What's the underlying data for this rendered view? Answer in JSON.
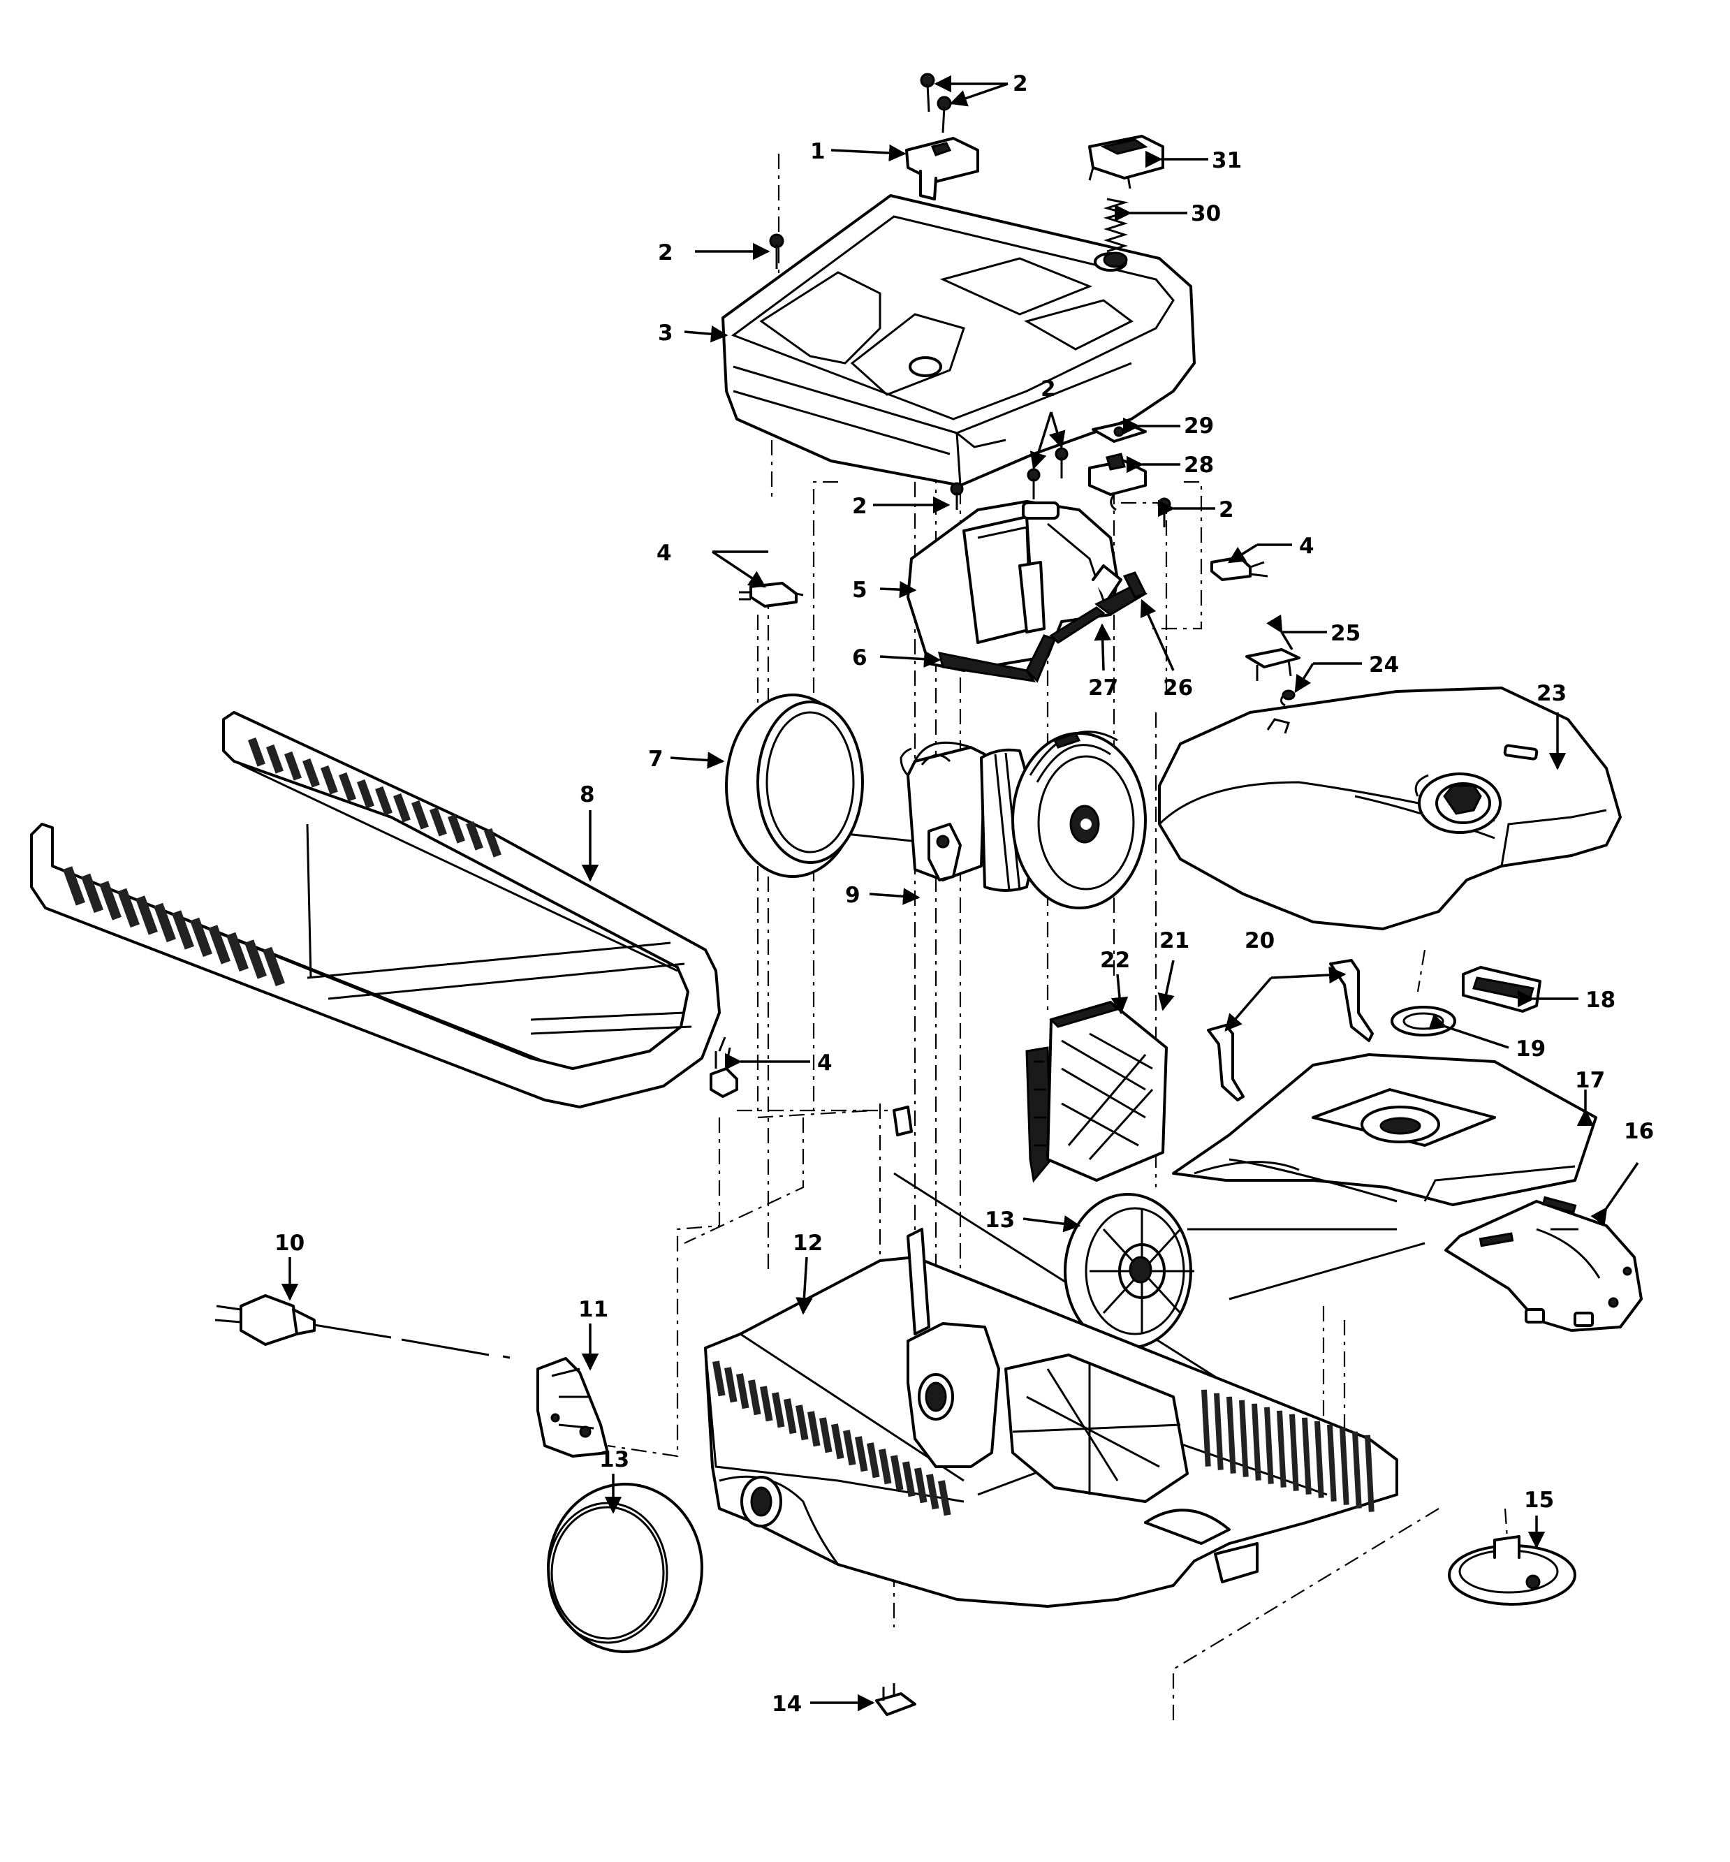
{
  "callouts": {
    "c1": "1",
    "c2": "2",
    "c3": "3",
    "c4": "4",
    "c5": "5",
    "c6": "6",
    "c7": "7",
    "c8": "8",
    "c9": "9",
    "c10": "10",
    "c11": "11",
    "c12": "12",
    "c13": "13",
    "c14": "14",
    "c15": "15",
    "c16": "16",
    "c17": "17",
    "c18": "18",
    "c19": "19",
    "c20": "20",
    "c21": "21",
    "c22": "22",
    "c23": "23",
    "c24": "24",
    "c25": "25",
    "c26": "26",
    "c27": "27",
    "c28": "28",
    "c29": "29",
    "c30": "30",
    "c31": "31"
  },
  "colors": {
    "line": "#000000",
    "background": "#ffffff"
  }
}
